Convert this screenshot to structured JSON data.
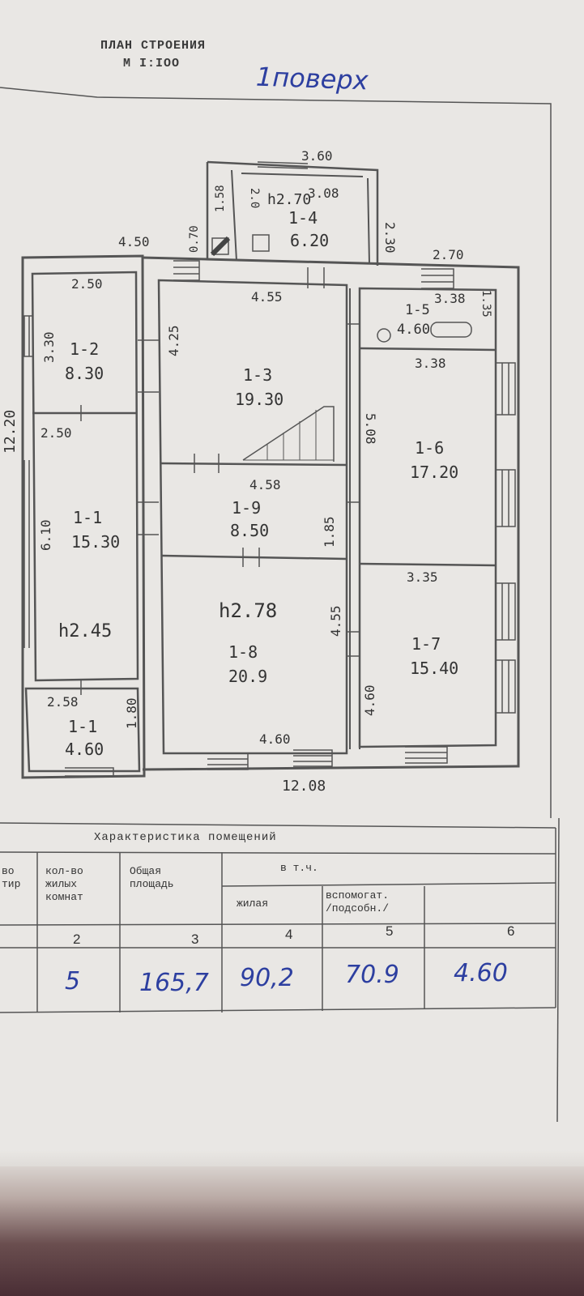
{
  "header": {
    "title_line1": "ПЛАН СТРОЕНИЯ",
    "title_line2": "М  I:IOO",
    "floor_note": "1поверх"
  },
  "plan": {
    "rooms": [
      {
        "id": "1-2",
        "area": "8.30"
      },
      {
        "id": "1-1",
        "area": "15.30"
      },
      {
        "id": "1-1",
        "area": "4.60"
      },
      {
        "id": "1-3",
        "area": "19.30"
      },
      {
        "id": "1-9",
        "area": "8.50"
      },
      {
        "id": "1-8",
        "area": "20.9"
      },
      {
        "id": "1-4",
        "area": "6.20"
      },
      {
        "id": "1-5",
        "area": "4.60"
      },
      {
        "id": "1-6",
        "area": "17.20"
      },
      {
        "id": "1-7",
        "area": "15.40"
      }
    ],
    "heights": {
      "h1": "h2.45",
      "h2": "h2.78",
      "h3": "h2.70"
    },
    "dims": {
      "d_360": "3.60",
      "d_308": "3.08",
      "d_230": "2.30",
      "d_158": "1.58",
      "d_070": "0.70",
      "d_450": "4.50",
      "d_270": "2.70",
      "d_250a": "2.50",
      "d_330": "3.30",
      "d_250b": "2.50",
      "d_1220": "12.20",
      "d_610": "6.10",
      "d_258": "2.58",
      "d_180": "1.80",
      "d_455": "4.55",
      "d_425": "4.25",
      "d_458": "4.58",
      "d_338a": "3.38",
      "d_135": "1.35",
      "d_338b": "3.38",
      "d_508": "5.08",
      "d_185": "1.85",
      "d_335": "3.35",
      "d_455b": "4.55",
      "d_460a": "4.60",
      "d_460b": "4.60",
      "d_1208": "12.08",
      "d_20": "2.0"
    }
  },
  "table": {
    "caption": "Характеристика помещений",
    "headers": {
      "col1": "во\nтир",
      "col2": "кол-во\nжилых\nкомнат",
      "col3": "Общая\nплощадь",
      "in_that": "в т.ч.",
      "col4": "жилая",
      "col5": "вспомогат.\n/подсобн./"
    },
    "col_numbers": [
      "2",
      "3",
      "4",
      "5",
      "6"
    ],
    "values": [
      "5",
      "165,7",
      "90,2",
      "70.9",
      "4.60"
    ]
  }
}
